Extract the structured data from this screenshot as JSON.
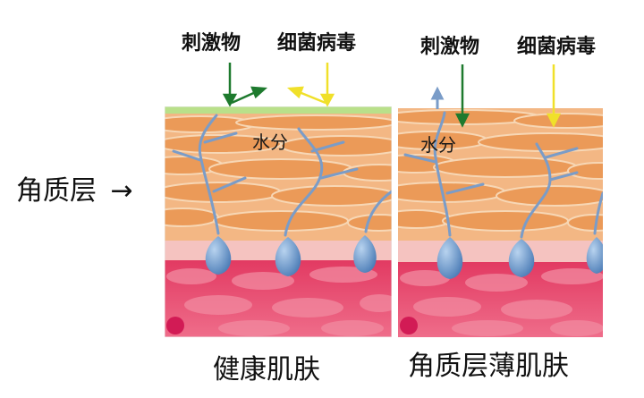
{
  "side_label": {
    "text": "角质层",
    "arrow": "→"
  },
  "panels": [
    {
      "caption": "健康肌肤",
      "stimulus_label": "刺激物",
      "bacteria_label": "细菌病毒",
      "water_label": "水分",
      "barrier": "intact",
      "stimulus_arrow_color": "#1e7a2e",
      "bacteria_arrow_color": "#f0e02a"
    },
    {
      "caption": "角质层薄肌肤",
      "stimulus_label": "刺激物",
      "bacteria_label": "细菌病毒",
      "water_label": "水分",
      "barrier": "thin",
      "stimulus_arrow_color": "#1e7a2e",
      "bacteria_arrow_color": "#f0e02a"
    }
  ],
  "colors": {
    "barrier_green": "#b9e08a",
    "stratum_orange": "#eb9a58",
    "stratum_light": "#f6c79a",
    "dermis_pink": "#f3a5b1",
    "dermis_red": "#e0365e",
    "droplet_blue": "#6f9ed0",
    "vessel_blue": "#7a9cc8"
  }
}
